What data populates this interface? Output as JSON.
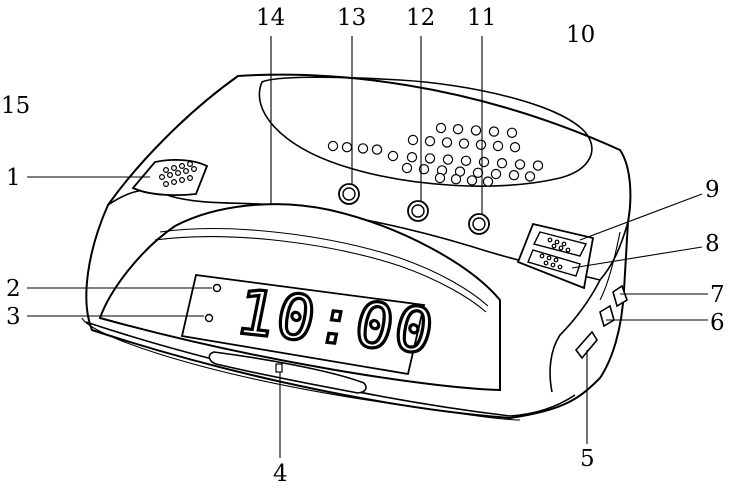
{
  "diagram": {
    "display_time": "10:00",
    "callouts": [
      {
        "id": "1",
        "label": "1"
      },
      {
        "id": "2",
        "label": "2"
      },
      {
        "id": "3",
        "label": "3"
      },
      {
        "id": "4",
        "label": "4"
      },
      {
        "id": "5",
        "label": "5"
      },
      {
        "id": "6",
        "label": "6"
      },
      {
        "id": "7",
        "label": "7"
      },
      {
        "id": "8",
        "label": "8"
      },
      {
        "id": "9",
        "label": "9"
      },
      {
        "id": "10",
        "label": "10"
      },
      {
        "id": "11",
        "label": "11"
      },
      {
        "id": "12",
        "label": "12"
      },
      {
        "id": "13",
        "label": "13"
      },
      {
        "id": "14",
        "label": "14"
      },
      {
        "id": "15",
        "label": "15"
      }
    ]
  }
}
